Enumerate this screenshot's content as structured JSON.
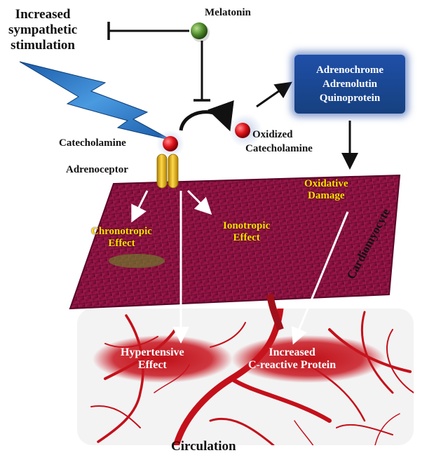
{
  "labels": {
    "sympathetic": [
      "Increased",
      "sympathetic",
      "stimulation"
    ],
    "melatonin": "Melatonin",
    "catecholamine": "Catecholamine",
    "adrenoceptor": "Adrenoceptor",
    "oxidized": [
      "Oxidized",
      "Catecholamine"
    ],
    "products": [
      "Adrenochrome",
      "Adrenolutin",
      "Quinoprotein"
    ],
    "oxidative_damage": [
      "Oxidative",
      "Damage"
    ],
    "chronotropic": [
      "Chronotropic",
      "Effect"
    ],
    "ionotropic": [
      "Ionotropic",
      "Effect"
    ],
    "cardiomyocyte": "Cardiomyocyte",
    "hypertensive": [
      "Hypertensive",
      "Effect"
    ],
    "crp": [
      "Increased",
      "C-reactive Protein"
    ],
    "circulation": "Circulation"
  },
  "colors": {
    "melatonin_ball": "#4e8a2c",
    "catecholamine_ball": "#e0141c",
    "receptor": "#e8b400",
    "muscle": "#8a1040",
    "products_box": "#1f4fa8",
    "lightning": "#2f7fd0",
    "effect_text": "#ffe000"
  }
}
